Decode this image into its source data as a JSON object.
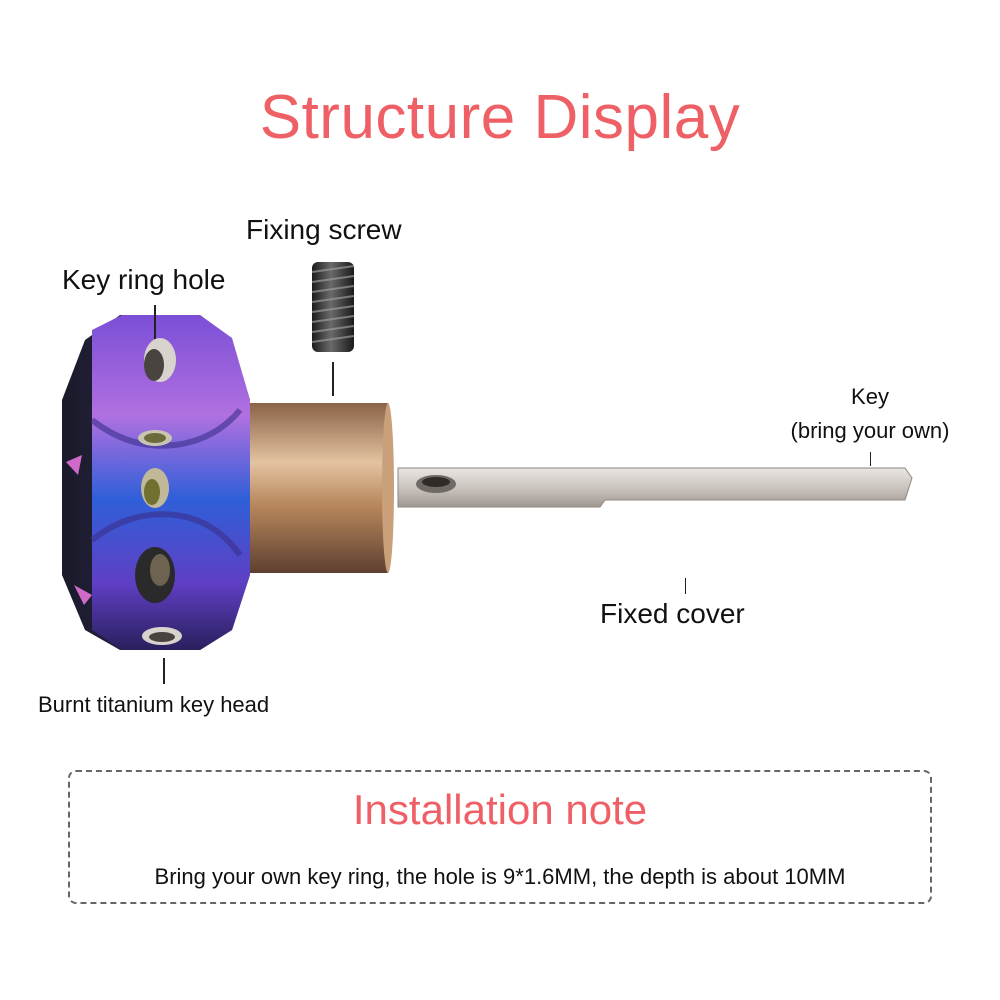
{
  "title": "Structure Display",
  "labels": {
    "fixing_screw": "Fixing screw",
    "key_ring_hole": "Key ring hole",
    "key_line1": "Key",
    "key_line2": "(bring your own)",
    "fixed_cover": "Fixed cover",
    "burnt_head": "Burnt titanium key head"
  },
  "note": {
    "title": "Installation note",
    "text": "Bring your own key ring, the hole is 9*1.6MM, the depth is about 10MM"
  },
  "colors": {
    "title": "#ee6066",
    "titanium_purple": "#8a4fd8",
    "titanium_blue": "#2b5bd6",
    "bronze": "#b3835a",
    "steel": "#cfcac4"
  }
}
